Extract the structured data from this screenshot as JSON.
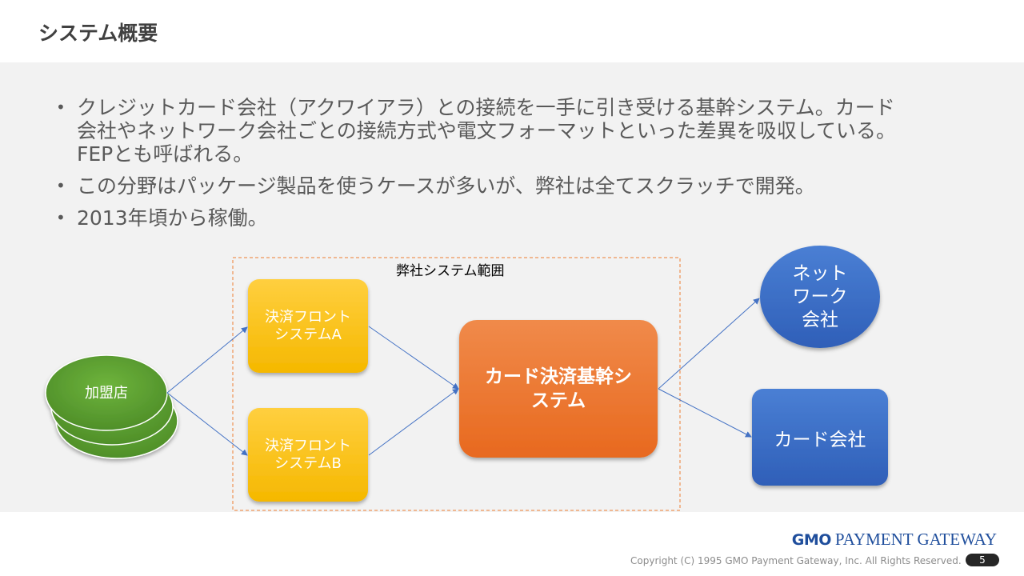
{
  "slide": {
    "title": "システム概要",
    "bullets": [
      {
        "lines": [
          "クレジットカード会社（アクワイアラ）との接続を一手に引き受ける基幹システム。カード",
          "会社やネットワーク会社ごとの接続方式や電文フォーマットといった差異を吸収している。",
          "FEPとも呼ばれる。"
        ]
      },
      {
        "lines": [
          "この分野はパッケージ製品を使うケースが多いが、弊社は全てスクラッチで開発。"
        ]
      },
      {
        "lines": [
          "2013年頃から稼働。"
        ]
      }
    ],
    "bullet_glyph": "•"
  },
  "diagram": {
    "scope_label": "弊社システム範囲",
    "merchant": "加盟店",
    "front_a": [
      "決済フロント",
      "システムA"
    ],
    "front_b": [
      "決済フロント",
      "システムB"
    ],
    "core": [
      "カード決済基幹シ",
      "ステム"
    ],
    "network": [
      "ネット",
      "ワーク",
      "会社"
    ],
    "card_company": "カード会社",
    "colors": {
      "merchant": "#5b9a32",
      "front": "#ffc000",
      "core": "#ed7d31",
      "external": "#3f6fc4",
      "arrow": "#4472c4",
      "scope_border": "#ed7d31"
    }
  },
  "footer": {
    "logo_gmo": "GMO",
    "logo_rest": "PAYMENT GATEWAY",
    "copyright": "Copyright (C) 1995 GMO Payment Gateway, Inc. All Rights Reserved.",
    "page_number": "5"
  }
}
